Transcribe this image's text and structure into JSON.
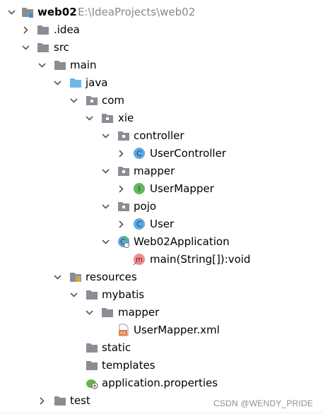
{
  "project": {
    "name": "web02",
    "path": "E:\\IdeaProjects\\web02"
  },
  "tree": {
    "idea": ".idea",
    "src": "src",
    "main": "main",
    "java": "java",
    "com": "com",
    "xie": "xie",
    "controller": "controller",
    "user_controller": "UserController",
    "mapper": "mapper",
    "user_mapper": "UserMapper",
    "pojo": "pojo",
    "user": "User",
    "web02_application": "Web02Application",
    "main_method": "main(String[]):void",
    "resources": "resources",
    "mybatis": "mybatis",
    "mybatis_mapper": "mapper",
    "user_mapper_xml": "UserMapper.xml",
    "static": "static",
    "templates": "templates",
    "application_properties": "application.properties",
    "test": "test"
  },
  "icon_letters": {
    "class": "C",
    "interface": "I",
    "method": "m"
  },
  "colors": {
    "folder": "#8a8e94",
    "source_folder": "#6fb7e8",
    "class_icon": "#5da8e0",
    "interface_icon": "#5eb85e",
    "method_icon": "#f08c8c",
    "xml_icon": "#e8804a",
    "spring_icon": "#6db33f"
  },
  "watermark": "CSDN @WENDY_PRIDE"
}
